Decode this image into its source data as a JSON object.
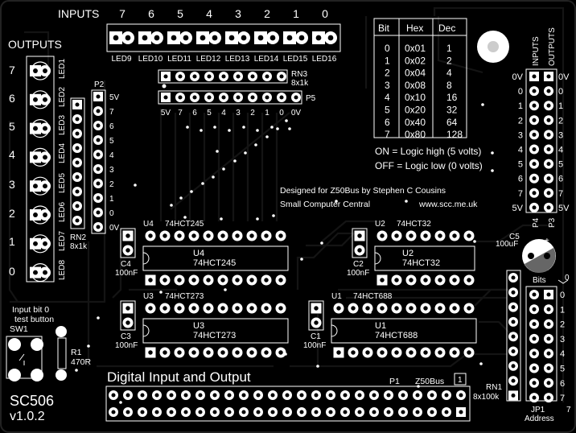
{
  "inputs": {
    "label": "INPUTS",
    "bits": [
      "7",
      "6",
      "5",
      "4",
      "3",
      "2",
      "1",
      "0"
    ],
    "leds": [
      "LED9",
      "LED10",
      "LED11",
      "LED12",
      "LED13",
      "LED14",
      "LED15",
      "LED16"
    ]
  },
  "outputs": {
    "label": "OUTPUTS",
    "bits": [
      "7",
      "6",
      "5",
      "4",
      "3",
      "2",
      "1",
      "0"
    ],
    "leds": [
      "LED1",
      "LED2",
      "LED3",
      "LED4",
      "LED5",
      "LED6",
      "LED7",
      "LED8"
    ]
  },
  "rn3": {
    "ref": "RN3",
    "value": "8x1k"
  },
  "p5": {
    "ref": "P5",
    "pins": [
      "5V",
      "7",
      "6",
      "5",
      "4",
      "3",
      "2",
      "1",
      "0",
      "0V"
    ]
  },
  "p2": {
    "ref": "P2",
    "pins": [
      "5V",
      "7",
      "6",
      "5",
      "4",
      "3",
      "2",
      "1",
      "0",
      "0V"
    ]
  },
  "rn2": {
    "ref": "RN2",
    "value": "8x1k"
  },
  "bit_table": {
    "headers": [
      "Bit",
      "Hex",
      "Dec"
    ],
    "rows": [
      [
        "0",
        "0x01",
        "1"
      ],
      [
        "1",
        "0x02",
        "2"
      ],
      [
        "2",
        "0x04",
        "4"
      ],
      [
        "3",
        "0x08",
        "8"
      ],
      [
        "4",
        "0x10",
        "16"
      ],
      [
        "5",
        "0x20",
        "32"
      ],
      [
        "6",
        "0x40",
        "64"
      ],
      [
        "7",
        "0x80",
        "128"
      ]
    ]
  },
  "logic": {
    "on": "ON = Logic high (5 volts)",
    "off": "OFF = Logic low (0 volts)"
  },
  "credits": {
    "line1": "Designed for Z50Bus by Stephen C Cousins",
    "line2": "Small Computer Central",
    "url": "www.scc.me.uk"
  },
  "p4p3": {
    "inputs_label": "INPUTS",
    "outputs_label": "OUTPUTS",
    "pins": [
      "0V",
      "0",
      "1",
      "2",
      "3",
      "4",
      "5",
      "6",
      "7",
      "5V"
    ],
    "p4": "P4",
    "p3": "P3"
  },
  "ics": {
    "u4": {
      "ref": "U4",
      "part": "74HCT245"
    },
    "u2": {
      "ref": "U2",
      "part": "74HCT32"
    },
    "u3": {
      "ref": "U3",
      "part": "74HCT273"
    },
    "u1": {
      "ref": "U1",
      "part": "74HCT688"
    }
  },
  "caps": {
    "c4": {
      "ref": "C4",
      "value": "100nF"
    },
    "c2": {
      "ref": "C2",
      "value": "100nF"
    },
    "c3": {
      "ref": "C3",
      "value": "100nF"
    },
    "c1": {
      "ref": "C1",
      "value": "100nF"
    },
    "c5": {
      "ref": "C5",
      "value": "100uF",
      "polarity": "+"
    }
  },
  "switch": {
    "ref": "SW1",
    "line1": "Input bit 0",
    "line2": "test button"
  },
  "resistor": {
    "ref": "R1",
    "value": "470R"
  },
  "title": "Digital Input and Output",
  "board": {
    "name": "SC506",
    "version": "v1.0.2"
  },
  "bus": {
    "ref": "P1",
    "name": "Z50Bus",
    "pin1": "1"
  },
  "jp1": {
    "label": "Bits",
    "arrow_label": "0",
    "bits": [
      "0",
      "1",
      "2",
      "3",
      "4",
      "5",
      "6",
      "7"
    ],
    "ref": "JP1",
    "sub": "Address",
    "corner": "7"
  },
  "rn1": {
    "ref": "RN1",
    "value": "8x100k"
  }
}
